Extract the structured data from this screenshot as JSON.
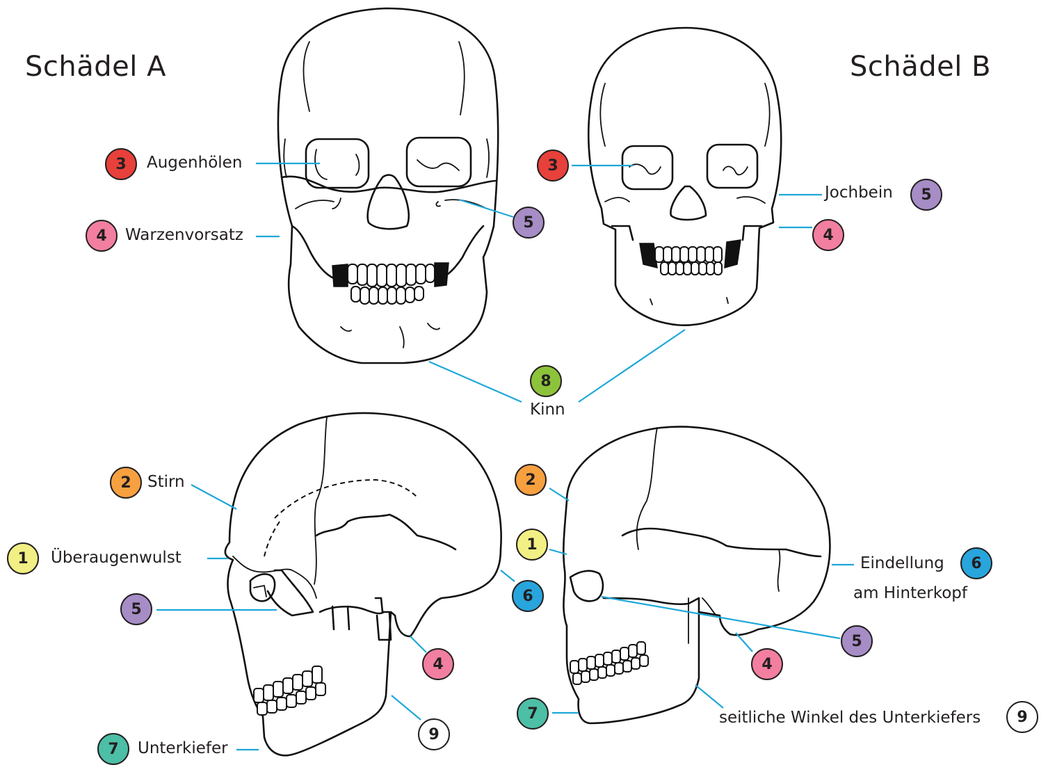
{
  "titles": {
    "skull_a": "Schädel A",
    "skull_b": "Schädel B"
  },
  "colors": {
    "c1": "#f2ef84",
    "c2": "#f7a040",
    "c3": "#e8403a",
    "c4": "#f27fa0",
    "c5": "#a68dc6",
    "c6": "#28a5dc",
    "c7": "#4cbfa6",
    "c8": "#8dc33b",
    "c9": "#ffffff",
    "leader": "#1ea7d8"
  },
  "labels": {
    "augenhoelen": "Augenhölen",
    "warzenvorsatz": "Warzenvorsatz",
    "jochbein": "Jochbein",
    "kinn": "Kinn",
    "stirn": "Stirn",
    "ueberaugenwulst": "Überaugenwulst",
    "eindellung_1": "Eindellung",
    "eindellung_2": "am Hinterkopf",
    "unterkiefer": "Unterkiefer",
    "winkel": "seitliche Winkel des Unterkiefers"
  },
  "numbers": {
    "n1": "1",
    "n2": "2",
    "n3": "3",
    "n4": "4",
    "n5": "5",
    "n6": "6",
    "n7": "7",
    "n8": "8",
    "n9": "9"
  }
}
